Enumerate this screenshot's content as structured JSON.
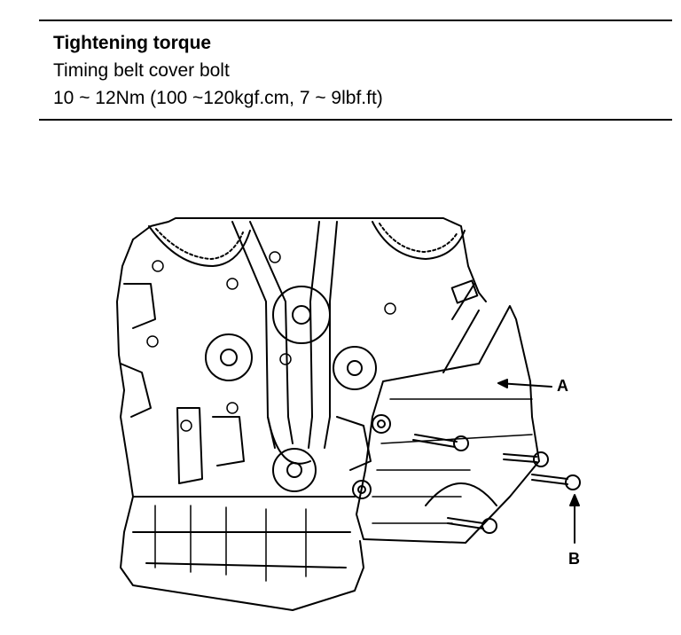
{
  "spec": {
    "title": "Tightening torque",
    "item": "Timing belt cover bolt",
    "value": "10 ~ 12Nm (100 ~120kgf.cm, 7 ~ 9lbf.ft)"
  },
  "callouts": {
    "a": "A",
    "b": "B"
  },
  "colors": {
    "ink": "#000000",
    "paper": "#ffffff"
  }
}
